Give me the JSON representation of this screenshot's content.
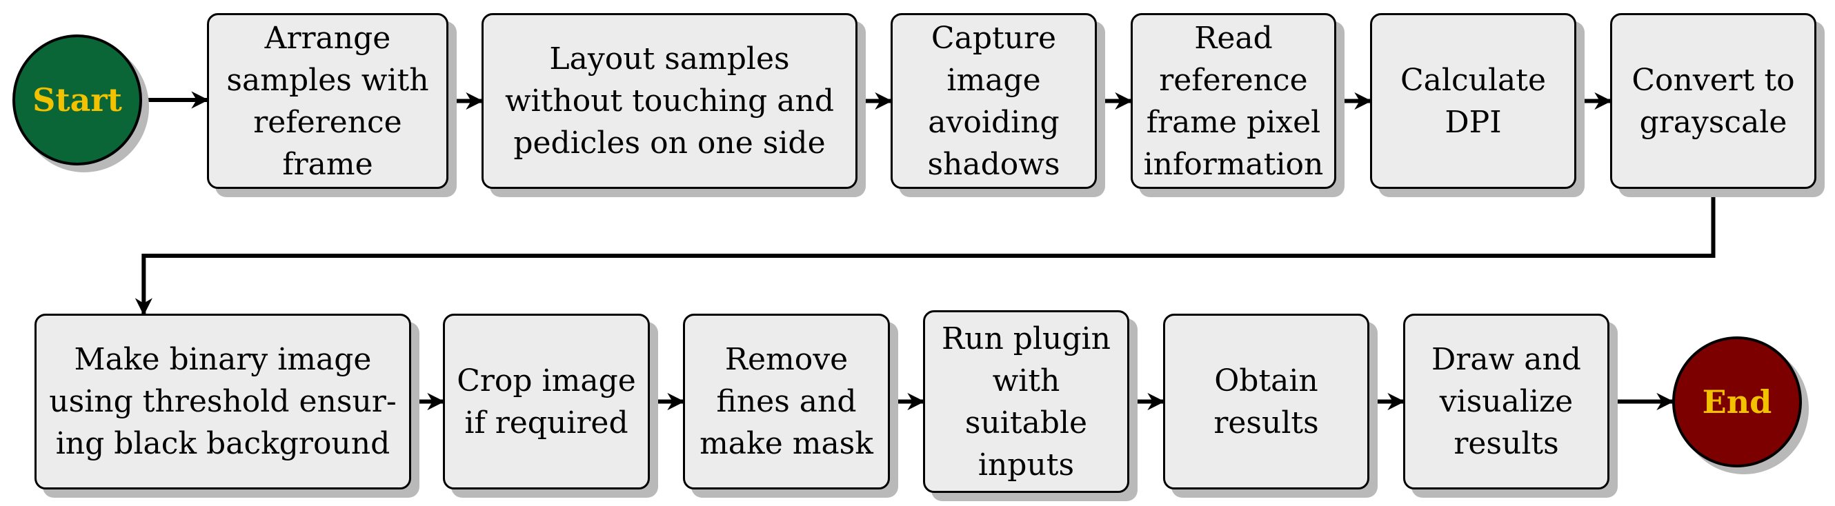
{
  "colors": {
    "box_fill": "#ececec",
    "box_border": "#000000",
    "shadow": "#b9b9b9",
    "start_fill": "#0b6637",
    "end_fill": "#7d0000",
    "terminal_text": "#f2c200"
  },
  "nodes": [
    {
      "id": "start",
      "kind": "terminal",
      "text": "Start"
    },
    {
      "id": "arrange",
      "kind": "process",
      "text": "Arrange\nsamples with\nreference\nframe"
    },
    {
      "id": "layout",
      "kind": "process",
      "text": "Layout samples\nwithout touching and\npedicles on one side"
    },
    {
      "id": "capture",
      "kind": "process",
      "text": "Capture\nimage\navoiding\nshadows"
    },
    {
      "id": "read",
      "kind": "process",
      "text": "Read\nreference\nframe pixel\ninformation"
    },
    {
      "id": "dpi",
      "kind": "process",
      "text": "Calculate\nDPI"
    },
    {
      "id": "gray",
      "kind": "process",
      "text": "Convert to\ngrayscale"
    },
    {
      "id": "binary",
      "kind": "process",
      "text": "Make binary image\nusing threshold ensur-\ning black background"
    },
    {
      "id": "crop",
      "kind": "process",
      "text": "Crop image\nif required"
    },
    {
      "id": "remove",
      "kind": "process",
      "text": "Remove\nfines and\nmake mask"
    },
    {
      "id": "plugin",
      "kind": "process",
      "text": "Run plugin\nwith\nsuitable\ninputs"
    },
    {
      "id": "obtain",
      "kind": "process",
      "text": "Obtain\nresults"
    },
    {
      "id": "draw",
      "kind": "process",
      "text": "Draw and\nvisualize\nresults"
    },
    {
      "id": "end",
      "kind": "terminal",
      "text": "End"
    }
  ],
  "edges": [
    {
      "from": "start",
      "to": "arrange"
    },
    {
      "from": "arrange",
      "to": "layout"
    },
    {
      "from": "layout",
      "to": "capture"
    },
    {
      "from": "capture",
      "to": "read"
    },
    {
      "from": "read",
      "to": "dpi"
    },
    {
      "from": "dpi",
      "to": "gray"
    },
    {
      "from": "gray",
      "to": "binary"
    },
    {
      "from": "binary",
      "to": "crop"
    },
    {
      "from": "crop",
      "to": "remove"
    },
    {
      "from": "remove",
      "to": "plugin"
    },
    {
      "from": "plugin",
      "to": "obtain"
    },
    {
      "from": "obtain",
      "to": "draw"
    },
    {
      "from": "draw",
      "to": "end"
    }
  ]
}
